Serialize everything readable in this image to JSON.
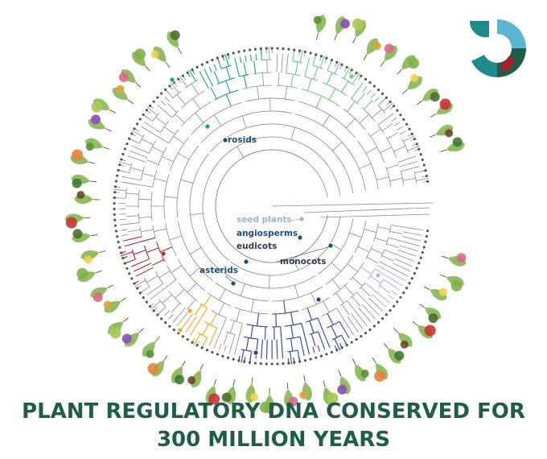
{
  "title": {
    "line1": "PLANT REGULATORY DNA CONSERVED FOR",
    "line2": "300 MILLION YEARS"
  },
  "labels": {
    "rosids": "rosids",
    "seed_plants": "seed plants",
    "angiosperms": "angiosperms",
    "eudicots": "eudicots",
    "monocots": "monocots",
    "asterids": "asterids"
  },
  "colors": {
    "headline": "#1f5c4a",
    "tree_gray": "#8a8a8a",
    "node_navy": "#1f4d7a",
    "seed_plants": "#9bb4d6",
    "rosids_teal": "#1aa27a",
    "rosids_light_green": "#74c78a",
    "red_clade": "#b3262c",
    "orange_clade": "#f0a623",
    "blue_clade": "#2c3f9e",
    "lavender_clade": "#c3b0dc",
    "logo_teal": "#1f8a8c",
    "logo_dark_green": "#1f5c4a",
    "logo_red": "#a7202c",
    "logo_light_blue": "#5bb4d2"
  },
  "icons": [
    "plant-illustration-ring",
    "tree-leaf-dot",
    "company-logo"
  ]
}
